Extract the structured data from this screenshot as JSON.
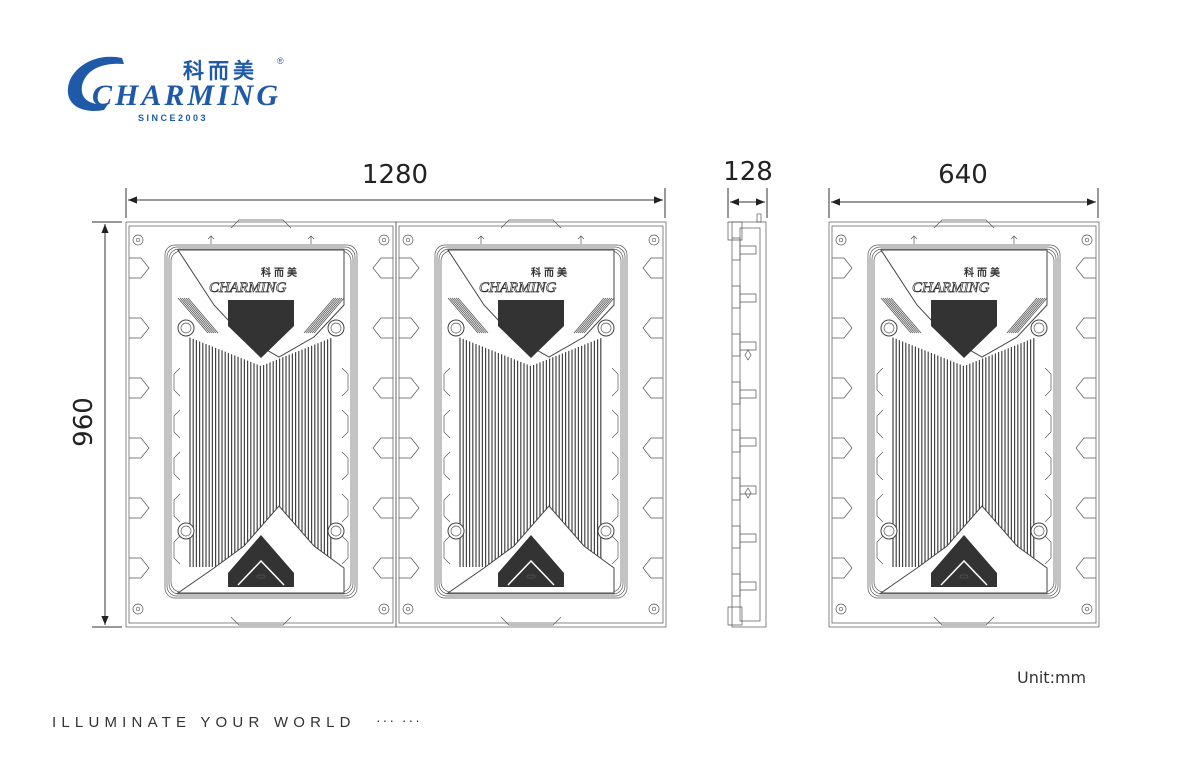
{
  "logo": {
    "brand": "CHARMING",
    "chinese": "科而美",
    "registered": "®",
    "since": "SINCE2003",
    "color": "#1f5aa8"
  },
  "dimensions": {
    "width_total": "1280",
    "depth": "128",
    "width_single": "640",
    "height": "960"
  },
  "unit_label": "Unit:mm",
  "slogan": "ILLUMINATE YOUR WORLD",
  "slogan_dots": "··· ···"
}
